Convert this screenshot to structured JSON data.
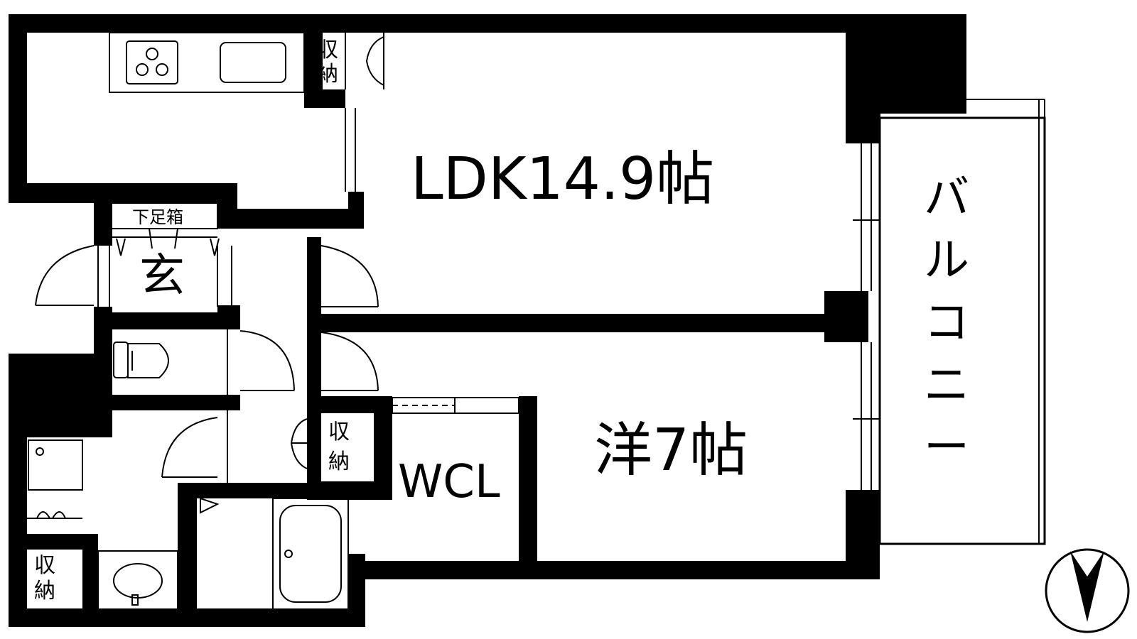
{
  "rooms": {
    "ldk": "LDK14.9帖",
    "western": "洋7帖",
    "wcl": "WCL",
    "balcony": [
      "バ",
      "ル",
      "コ",
      "ニ",
      "ー"
    ],
    "entrance": "玄",
    "shoe_box": "下足箱",
    "storage": [
      "収",
      "納"
    ]
  }
}
